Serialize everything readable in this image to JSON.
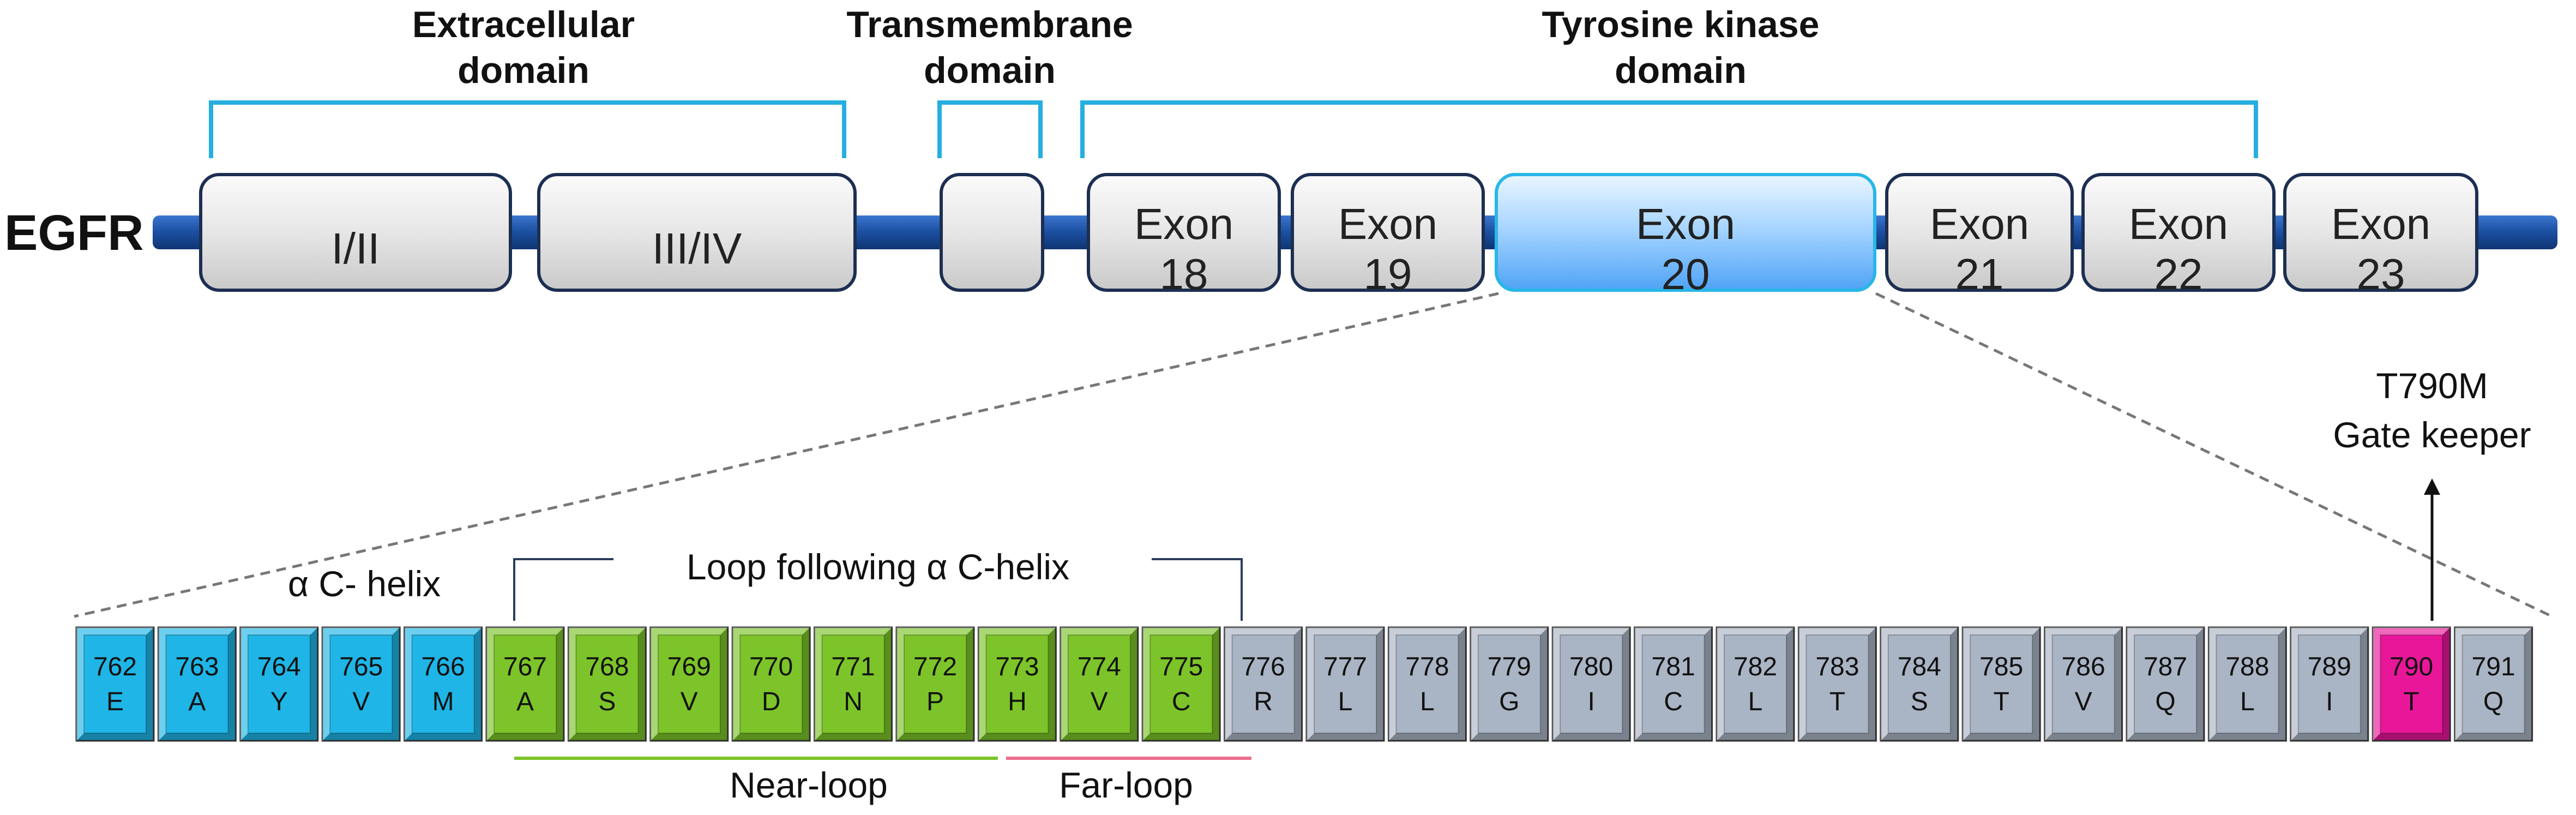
{
  "protein": "EGFR",
  "domains": [
    {
      "line1": "Extracellular",
      "line2": "domain"
    },
    {
      "line1": "Transmembrane",
      "line2": "domain"
    },
    {
      "line1": "Tyrosine kinase",
      "line2": "domain"
    }
  ],
  "blocks": [
    {
      "label1": "I/II",
      "label2": ""
    },
    {
      "label1": "III/IV",
      "label2": ""
    },
    {
      "label1": "",
      "label2": ""
    },
    {
      "label1": "Exon",
      "label2": "18"
    },
    {
      "label1": "Exon",
      "label2": "19"
    },
    {
      "label1": "Exon",
      "label2": "20"
    },
    {
      "label1": "Exon",
      "label2": "21"
    },
    {
      "label1": "Exon",
      "label2": "22"
    },
    {
      "label1": "Exon",
      "label2": "23"
    }
  ],
  "labels": {
    "alpha_helix": "α C- helix",
    "loop_following": "Loop following α C-helix",
    "near_loop": "Near-loop",
    "far_loop": "Far-loop",
    "mutation": "T790M",
    "gatekeeper": "Gate keeper"
  },
  "residues": [
    {
      "num": "762",
      "aa": "E",
      "group": "helix"
    },
    {
      "num": "763",
      "aa": "A",
      "group": "helix"
    },
    {
      "num": "764",
      "aa": "Y",
      "group": "helix"
    },
    {
      "num": "765",
      "aa": "V",
      "group": "helix"
    },
    {
      "num": "766",
      "aa": "M",
      "group": "helix"
    },
    {
      "num": "767",
      "aa": "A",
      "group": "loop"
    },
    {
      "num": "768",
      "aa": "S",
      "group": "loop"
    },
    {
      "num": "769",
      "aa": "V",
      "group": "loop"
    },
    {
      "num": "770",
      "aa": "D",
      "group": "loop"
    },
    {
      "num": "771",
      "aa": "N",
      "group": "loop"
    },
    {
      "num": "772",
      "aa": "P",
      "group": "loop"
    },
    {
      "num": "773",
      "aa": "H",
      "group": "loop"
    },
    {
      "num": "774",
      "aa": "V",
      "group": "loop"
    },
    {
      "num": "775",
      "aa": "C",
      "group": "loop"
    },
    {
      "num": "776",
      "aa": "R",
      "group": "other"
    },
    {
      "num": "777",
      "aa": "L",
      "group": "other"
    },
    {
      "num": "778",
      "aa": "L",
      "group": "other"
    },
    {
      "num": "779",
      "aa": "G",
      "group": "other"
    },
    {
      "num": "780",
      "aa": "I",
      "group": "other"
    },
    {
      "num": "781",
      "aa": "C",
      "group": "other"
    },
    {
      "num": "782",
      "aa": "L",
      "group": "other"
    },
    {
      "num": "783",
      "aa": "T",
      "group": "other"
    },
    {
      "num": "784",
      "aa": "S",
      "group": "other"
    },
    {
      "num": "785",
      "aa": "T",
      "group": "other"
    },
    {
      "num": "786",
      "aa": "V",
      "group": "other"
    },
    {
      "num": "787",
      "aa": "Q",
      "group": "other"
    },
    {
      "num": "788",
      "aa": "L",
      "group": "other"
    },
    {
      "num": "789",
      "aa": "I",
      "group": "other"
    },
    {
      "num": "790",
      "aa": "T",
      "group": "mutation"
    },
    {
      "num": "791",
      "aa": "Q",
      "group": "other"
    }
  ],
  "colors": {
    "helix": "#1fb5e6",
    "loop": "#7cc429",
    "other": "#a9b4c4",
    "mutation": "#e8179a",
    "backbone": "#1b4fa0",
    "bracket": "#27aee0",
    "near_loop_line": "#7cc429",
    "far_loop_line": "#ec6e8c"
  }
}
